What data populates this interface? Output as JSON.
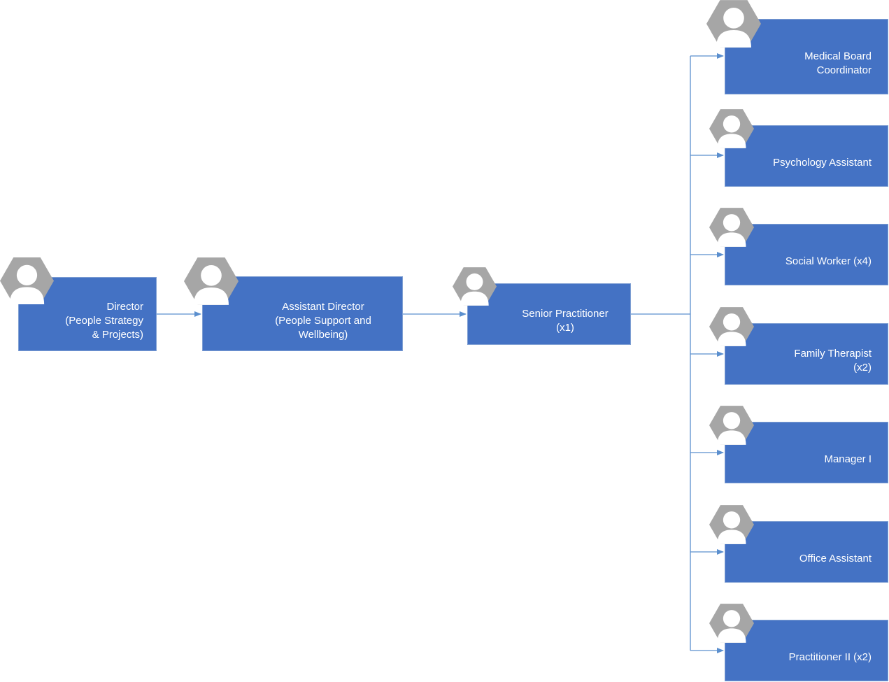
{
  "nodes": {
    "director": {
      "label": "Director\n(People Strategy\n& Projects)"
    },
    "assistant_director": {
      "label": "Assistant Director\n(People Support and\nWellbeing)"
    },
    "senior_practitioner": {
      "label": "Senior Practitioner\n(x1)"
    },
    "medical_board_coordinator": {
      "label": "Medical Board\nCoordinator"
    },
    "psychology_assistant": {
      "label": "Psychology Assistant"
    },
    "social_worker": {
      "label": "Social Worker (x4)"
    },
    "family_therapist": {
      "label": "Family Therapist\n(x2)"
    },
    "manager_i": {
      "label": "Manager I"
    },
    "office_assistant": {
      "label": "Office Assistant"
    },
    "practitioner_ii": {
      "label": "Practitioner II (x2)"
    }
  },
  "colors": {
    "box_fill": "#4472c4",
    "connector": "#5b8fce",
    "avatar": "#a6a6a6"
  },
  "icons": {
    "avatar": "person-silhouette-hexagon-icon"
  }
}
